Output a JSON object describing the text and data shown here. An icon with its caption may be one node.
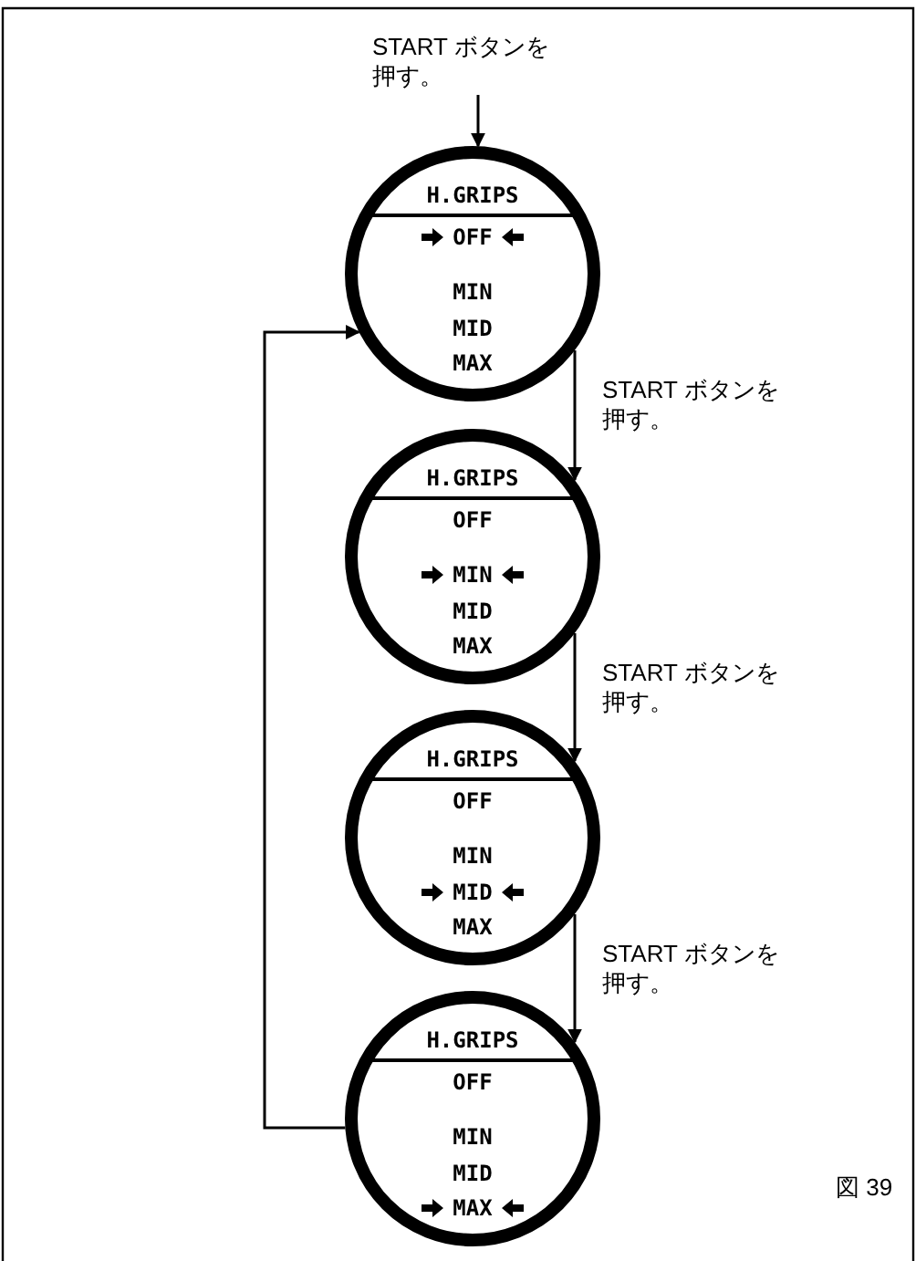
{
  "diagram": {
    "nodes": [
      {
        "text": [
          "START ボタンを押す。"
        ]
      },
      {
        "text": [
          "H.GRIPS",
          "OFF",
          "MIN",
          "MID",
          "MAX"
        ]
      },
      {
        "text": [
          "H.GRIPS",
          "OFF",
          "MIN",
          "MID",
          "MAX"
        ]
      },
      {
        "text": [
          "H.GRIPS",
          "OFF",
          "MIN",
          "MID",
          "MAX"
        ]
      },
      {
        "text": [
          "H.GRIPS",
          "OFF",
          "MIN",
          "MID",
          "MAX"
        ]
      }
    ],
    "edges": [
      {
        "from": 0,
        "to": 1,
        "arrow": "to"
      },
      {
        "from": 1,
        "to": 2,
        "arrow": "to",
        "label": "START ボタンを押す。"
      },
      {
        "from": 2,
        "to": 3,
        "arrow": "to",
        "label": "START ボタンを押す。"
      },
      {
        "from": 3,
        "to": 4,
        "arrow": "to",
        "label": "START ボタンを押す。"
      },
      {
        "from": 4,
        "to": 1,
        "arrow": "to"
      }
    ],
    "labels": [
      "図 39"
    ]
  }
}
